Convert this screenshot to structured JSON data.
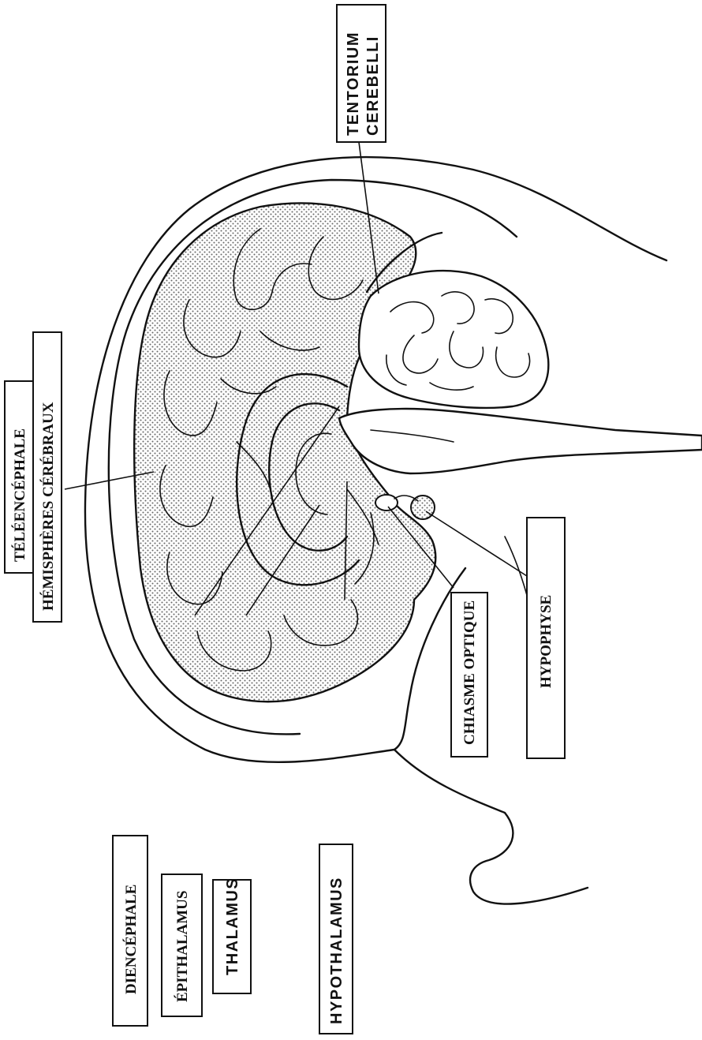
{
  "labels": {
    "tentorium_line1": "TENTORIUM",
    "tentorium_line2": "CEREBELLI",
    "telencephale": "TÉLÉENCÉPHALE",
    "hemispheres": "HÉMISPHÈRES CÉRÉBRAUX",
    "diencephale": "DIENCÉPHALE",
    "epithalamus": "ÉPITHALAMUS",
    "thalamus": "THALAMUS",
    "hypothalamus": "HYPOTHALAMUS",
    "chiasme_optique": "CHIASME OPTIQUE",
    "hypophyse": "HYPOPHYSE"
  },
  "colors": {
    "ink": "#111111",
    "stipple": "#6a6a6a",
    "background": "#ffffff"
  }
}
